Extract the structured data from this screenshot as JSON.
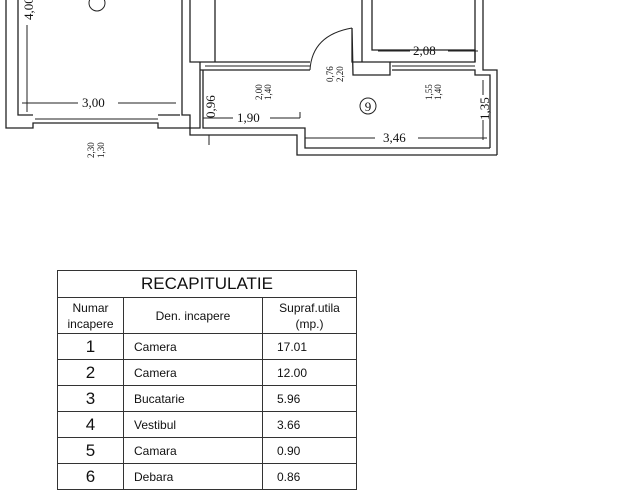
{
  "plan": {
    "room_label": "9",
    "dimensions": {
      "left_height": "4,00",
      "left_width": "3,00",
      "left_window": [
        "2,30",
        "1,30"
      ],
      "corridor_small": "0,96",
      "corridor_width": "1,90",
      "window_mid": [
        "2,00",
        "1,40"
      ],
      "door": [
        "0,76",
        "2,20"
      ],
      "right_width": "2,08",
      "window_right": [
        "1,55",
        "1,40"
      ],
      "right_height": "1,35",
      "bottom_width": "3,46"
    }
  },
  "table": {
    "title": "RECAPITULATIE",
    "headers": {
      "number": [
        "Numar",
        "incapere"
      ],
      "name": "Den. incapere",
      "area": [
        "Supraf.utila",
        "(mp.)"
      ]
    },
    "rows": [
      {
        "num": "1",
        "name": "Camera",
        "area": "17.01"
      },
      {
        "num": "2",
        "name": "Camera",
        "area": "12.00"
      },
      {
        "num": "3",
        "name": "Bucatarie",
        "area": "5.96"
      },
      {
        "num": "4",
        "name": "Vestibul",
        "area": "3.66"
      },
      {
        "num": "5",
        "name": "Camara",
        "area": "0.90"
      },
      {
        "num": "6",
        "name": "Debara",
        "area": "0.86"
      }
    ]
  }
}
